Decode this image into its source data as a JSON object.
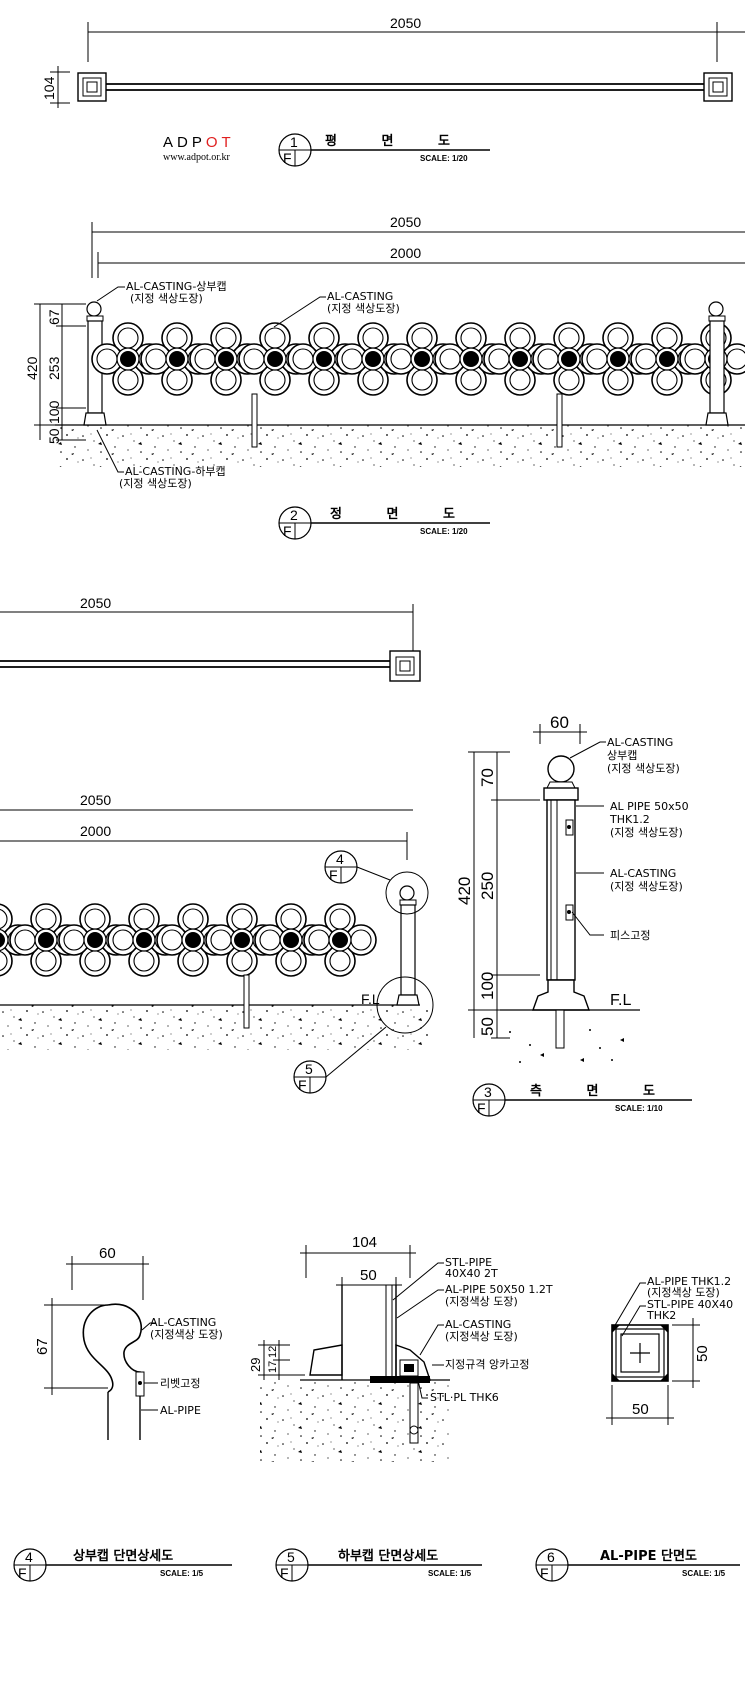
{
  "logo": {
    "brand_black": "ADP",
    "brand_red": "OT",
    "url": "www.adpot.or.kr",
    "red_color": "#e02020"
  },
  "colors": {
    "line": "#000000",
    "paper": "#ffffff"
  },
  "views": [
    {
      "num": "1",
      "sheet": "F",
      "title": "평 면 도",
      "scale": "SCALE: 1/20"
    },
    {
      "num": "2",
      "sheet": "F",
      "title": "정 면 도",
      "scale": "SCALE: 1/20"
    },
    {
      "num": "3",
      "sheet": "F",
      "title": "측 면 도",
      "scale": "SCALE: 1/10"
    },
    {
      "num": "4",
      "sheet": "F",
      "title": "상부캡 단면상세도",
      "scale": "SCALE: 1/5"
    },
    {
      "num": "5",
      "sheet": "F",
      "title": "하부캡 단면상세도",
      "scale": "SCALE: 1/5"
    },
    {
      "num": "6",
      "sheet": "F",
      "title": "AL-PIPE 단면도",
      "scale": "SCALE: 1/5"
    }
  ],
  "dims": {
    "plan_length": "2050",
    "plan_width": "104",
    "front_length": "2050",
    "front_inner": "2000",
    "front_total_h": "420",
    "front_cap_h": "67",
    "front_mid_h": "253",
    "front_base_h": "100",
    "front_embed": "50",
    "side_width": "60",
    "side_total_h": "420",
    "side_cap_h": "70",
    "side_mid_h": "250",
    "side_base_h": "100",
    "side_embed": "50",
    "d4_w": "60",
    "d4_h": "67",
    "d5_w": "104",
    "d5_inner": "50",
    "d5_h1": "29",
    "d5_h2": "17",
    "d5_h3": "12",
    "d6_w": "50",
    "d6_h": "50"
  },
  "labels": {
    "top_cap": "AL-CASTING-상부캡",
    "top_cap_sub": "(지정 색상도장)",
    "casting": "AL-CASTING",
    "casting_sub": "(지정 색상도장)",
    "bottom_cap": "AL-CASTING-하부캡",
    "bottom_cap_sub": "(지정 색상도장)",
    "side_cap_1": "AL-CASTING",
    "side_cap_2": "상부캡",
    "side_cap_3": "(지정 색상도장)",
    "side_pipe_1": "AL PIPE 50x50",
    "side_pipe_2": "THK1.2",
    "side_pipe_3": "(지정 색상도장)",
    "side_cast_1": "AL-CASTING",
    "side_cast_2": "(지정 색상도장)",
    "side_screw": "피스고정",
    "fl": "F.L",
    "d4_casting": "AL-CASTING",
    "d4_casting_sub": "(지정색상 도장)",
    "d4_rivet": "리벳고정",
    "d4_pipe": "AL-PIPE",
    "d5_stl": "STL-PIPE",
    "d5_stl_sub": "40X40 2T",
    "d5_al": "AL-PIPE 50X50 1.2T",
    "d5_al_sub": "(지정색상 도장)",
    "d5_cast": "AL-CASTING",
    "d5_cast_sub": "(지정색상 도장)",
    "d5_anchor": "지정규격 앙카고정",
    "d5_plate": "STL·PL THK6",
    "d6_al": "AL-PIPE THK1.2",
    "d6_al_sub": "(지정색상 도장)",
    "d6_stl": "STL-PIPE 40X40",
    "d6_stl_sub": "THK2"
  }
}
